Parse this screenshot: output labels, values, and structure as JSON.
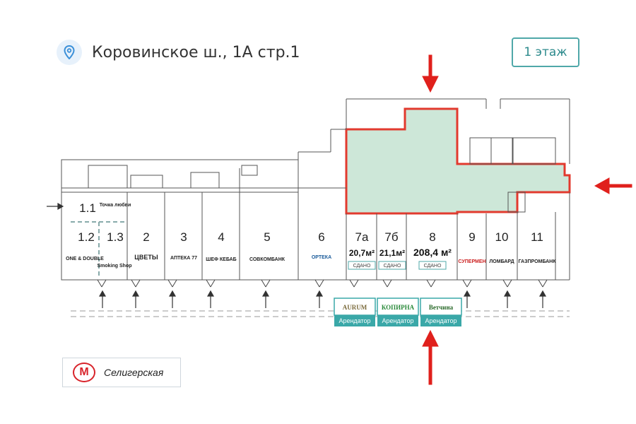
{
  "header": {
    "address": "Коровинское ш., 1А стр.1",
    "location_icon": "location-pin-icon"
  },
  "floor_button": {
    "label": "1 этаж"
  },
  "units": {
    "u11": "1.1",
    "u12": "1.2",
    "u13": "1.3",
    "u2": "2",
    "u3": "3",
    "u4": "4",
    "u5": "5",
    "u6": "6",
    "u7a": "7а",
    "u7b": "7б",
    "u8": "8",
    "u9": "9",
    "u10": "10",
    "u11b": "11"
  },
  "areas": {
    "u7a": "20,7м²",
    "u7b": "21,1м²",
    "u8": "208,4 м²"
  },
  "status": {
    "u7a": "СДАНО",
    "u7b": "СДАНО",
    "u8": "СДАНО"
  },
  "brands": {
    "u11": "Точка любви",
    "u12": "ONE & DOUBLE",
    "u13": "Smoking Shop",
    "u2": "ЦВЕТЫ",
    "u3": "АПТЕКА 77",
    "u4": "ШЕФ КЕБАБ",
    "u5": "СОВКОМБАНК",
    "u6": "ОРТЕКА",
    "u9": "СУПЕРМЕН",
    "u10": "ЛОМБАРД",
    "u11b": "ГАЗПРОМБАНК"
  },
  "tenants": [
    {
      "brand": "AURUM",
      "label": "Арендатор"
    },
    {
      "brand": "КОПИРНА",
      "label": "Арендатор"
    },
    {
      "brand": "Ветчина",
      "label": "Арендатор"
    }
  ],
  "metro": {
    "logo": "М",
    "station": "Селигерская"
  },
  "colors": {
    "highlight_fill": "#cde7d8",
    "highlight_border": "#e23a2e",
    "arrow_red": "#e0201c",
    "tenant_badge": "#3aa8a8"
  }
}
